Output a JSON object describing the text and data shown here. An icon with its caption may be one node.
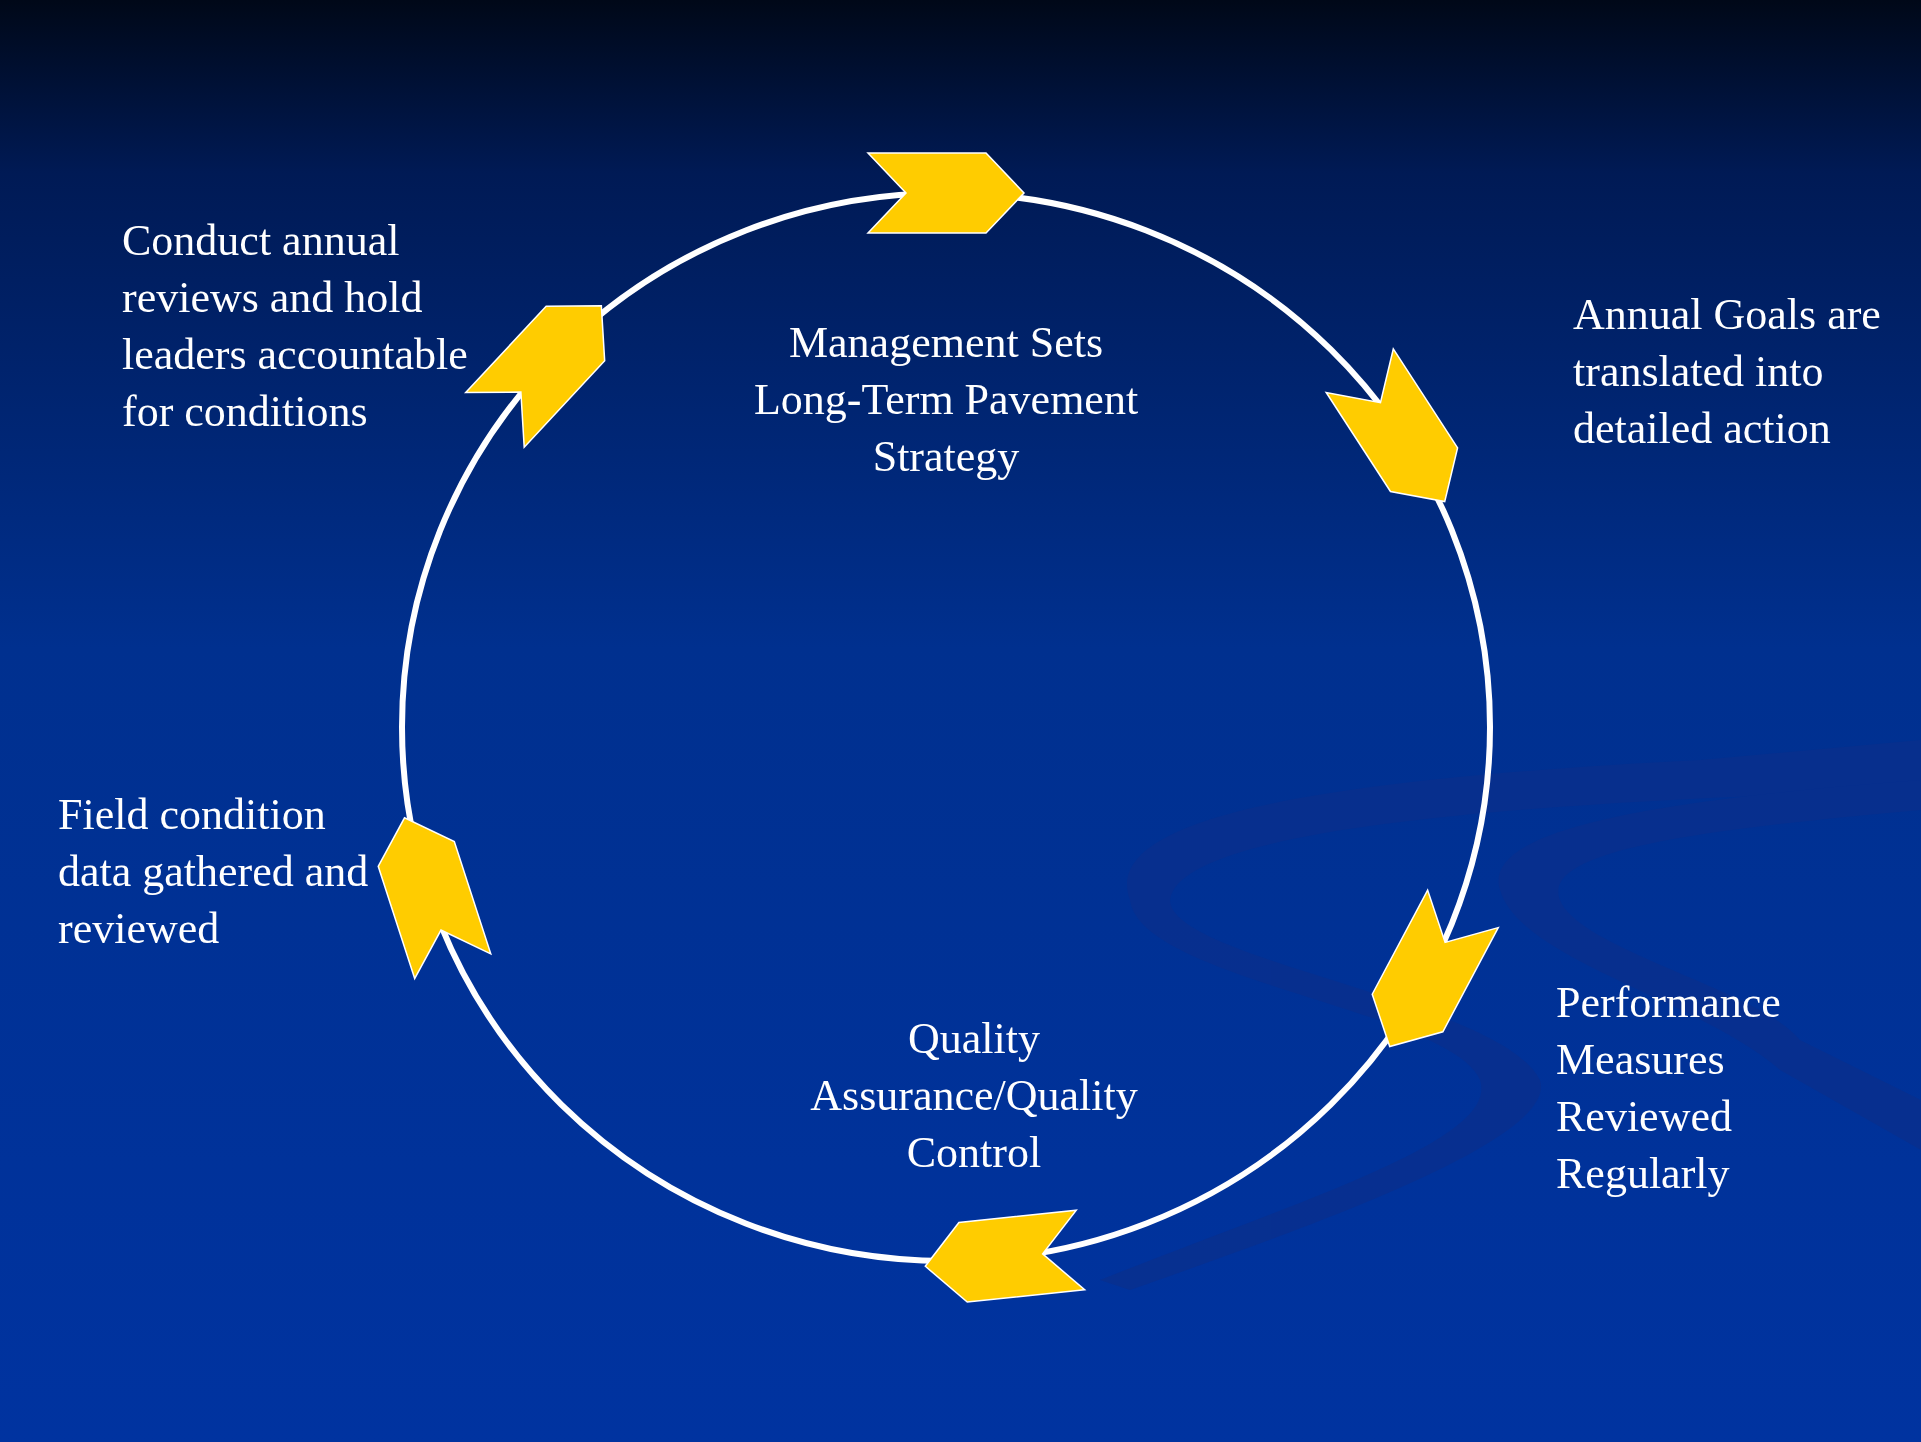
{
  "diagram": {
    "nodes": [
      {
        "text": [
          "Management Sets Long-Term Pavement Strategy"
        ]
      },
      {
        "text": [
          "Annual Goals are translated into detailed action"
        ]
      },
      {
        "text": [
          "Performance Measures Reviewed Regularly"
        ]
      },
      {
        "text": [
          "Quality Assurance/Quality Control"
        ]
      },
      {
        "text": [
          "Field condition data gathered and reviewed"
        ]
      },
      {
        "text": [
          "Conduct annual reviews and hold leaders accountable for conditions"
        ]
      }
    ]
  }
}
